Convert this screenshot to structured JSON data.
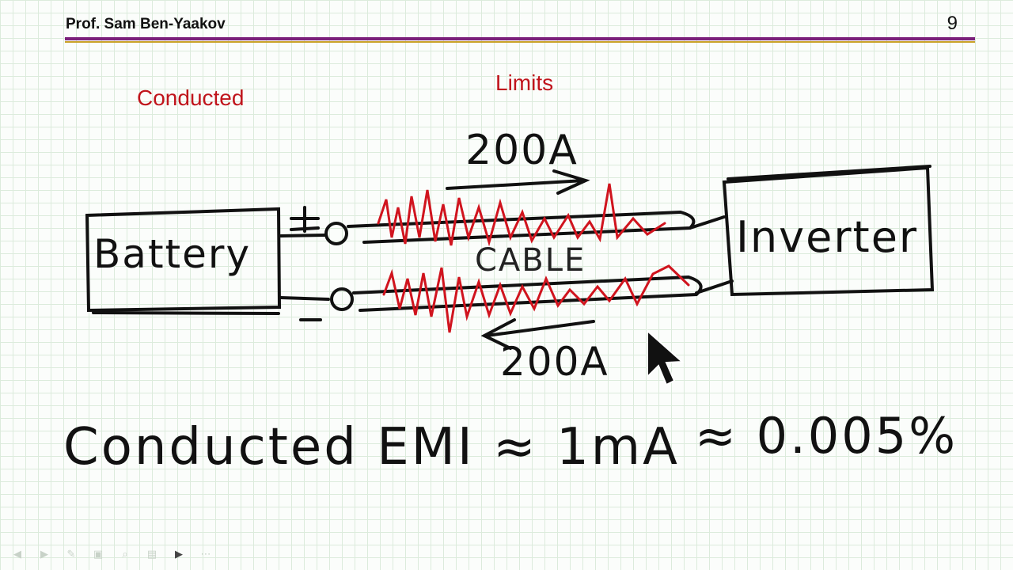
{
  "header": {
    "author": "Prof. Sam Ben-Yaakov",
    "page_number": "9"
  },
  "slide": {
    "label_conducted": "Conducted",
    "label_limits": "Limits"
  },
  "diagram": {
    "battery_label": "Battery",
    "inverter_label": "Inverter",
    "cable_label": "CABLE",
    "current_top": "200A",
    "current_bottom": "200A",
    "plus_sign": "+",
    "minus_sign": "−"
  },
  "equation": {
    "left": "Conducted EMI ≈ 1mA",
    "right": "≈ 0.005%"
  },
  "toolbar": {
    "icons": [
      "back-arrow-icon",
      "forward-arrow-icon",
      "pen-icon",
      "screen-icon",
      "zoom-icon",
      "slides-icon",
      "video-icon",
      "more-icon"
    ]
  },
  "colors": {
    "accent_red": "#c0141c",
    "rule_purple": "#7a1f7a",
    "rule_gold": "#c9a227",
    "ink": "#111111"
  }
}
